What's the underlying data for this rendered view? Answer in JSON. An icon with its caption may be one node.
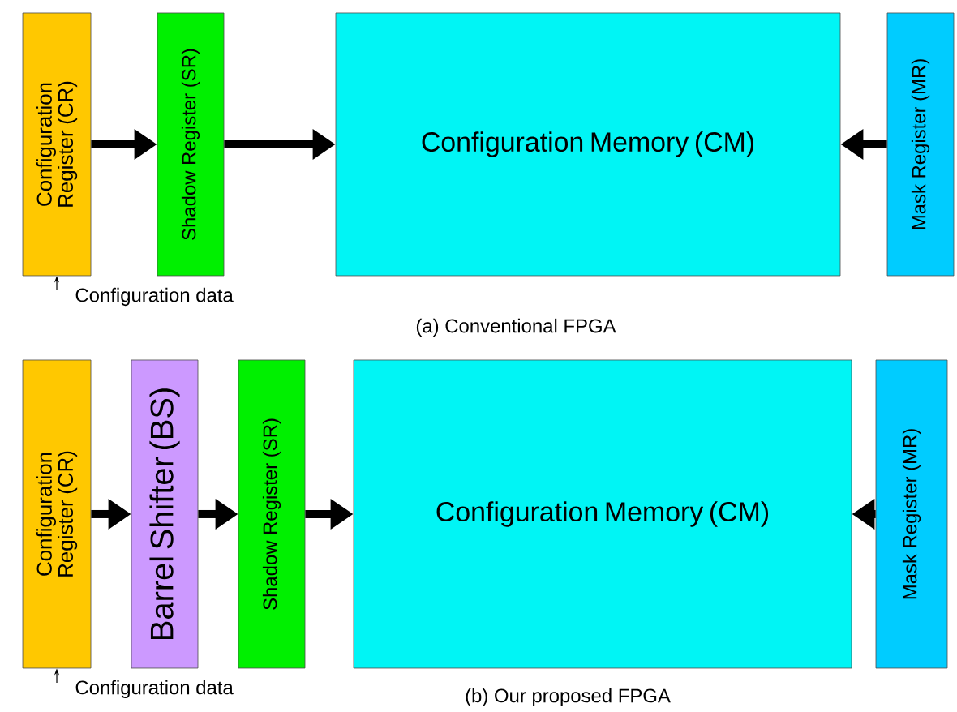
{
  "diagram": {
    "nodes": [
      {
        "text": [
          "Configuration Register (CR)"
        ],
        "beside": [
          "Configuration data"
        ]
      },
      {
        "text": [
          "Shadow Register (SR)"
        ]
      },
      {
        "text": [
          "Configuration Memory (CM)"
        ]
      },
      {
        "text": [
          "Mask Register (MR)"
        ]
      },
      {
        "text": [
          "Configuration Register (CR)"
        ],
        "beside": [
          "Configuration data"
        ]
      },
      {
        "text": [
          "Barrel Shifter (BS)"
        ]
      },
      {
        "text": [
          "Shadow Register (SR)"
        ]
      },
      {
        "text": [
          "Configuration Memory (CM)"
        ]
      },
      {
        "text": [
          "Mask Register (MR)"
        ]
      }
    ],
    "edges": [
      {
        "from": 0,
        "to": 1,
        "arrow": "to"
      },
      {
        "from": 1,
        "to": 2,
        "arrow": "to"
      },
      {
        "from": 3,
        "to": 2,
        "arrow": "to"
      },
      {
        "from": null,
        "to": 0,
        "arrow": "to"
      },
      {
        "from": 4,
        "to": 5,
        "arrow": "to"
      },
      {
        "from": 5,
        "to": 6,
        "arrow": "to"
      },
      {
        "from": 6,
        "to": 7,
        "arrow": "to"
      },
      {
        "from": 8,
        "to": 7,
        "arrow": "to"
      },
      {
        "from": null,
        "to": 4,
        "arrow": "to"
      }
    ],
    "labels": [
      "(a) Conventional FPGA",
      "(b) Our proposed FPGA"
    ]
  }
}
